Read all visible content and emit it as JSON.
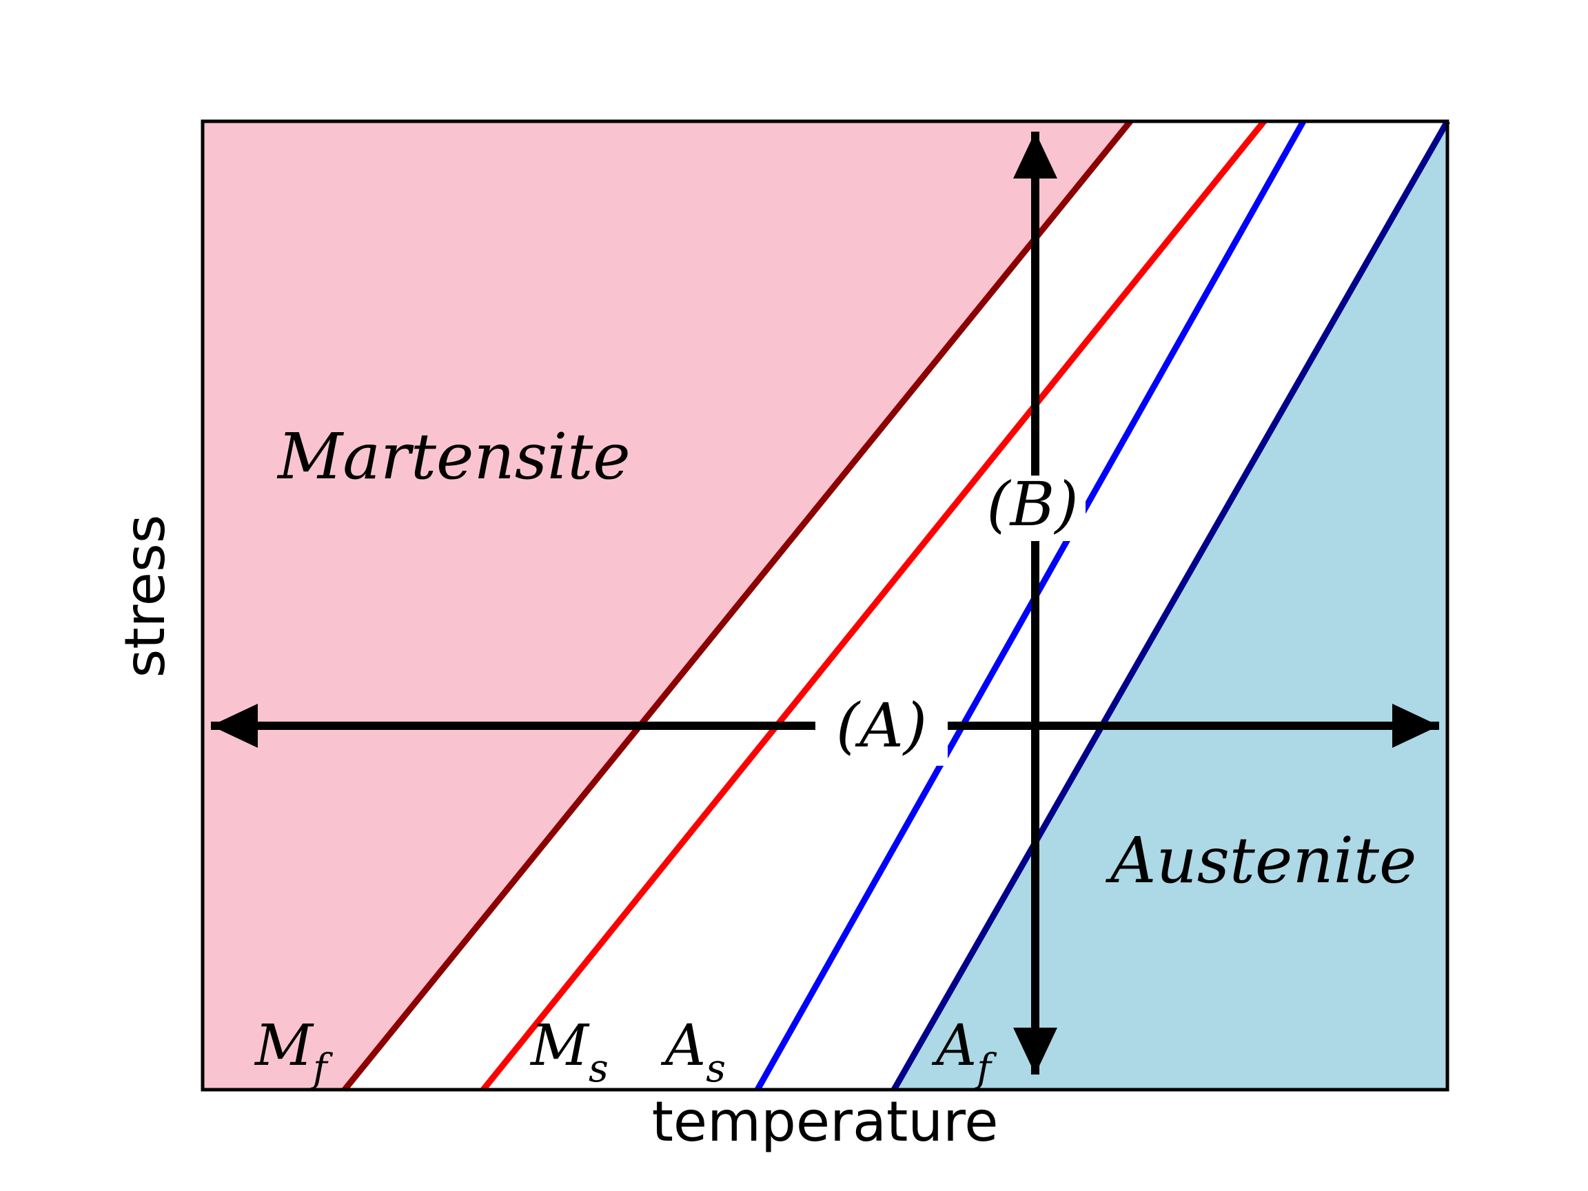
{
  "figure": {
    "axes": {
      "x_label": "temperature",
      "y_label": "stress"
    },
    "regions": {
      "martensite": {
        "label": "Martensite",
        "fill": "#f9c4cf"
      },
      "austenite": {
        "label": "Austenite",
        "fill": "#add8e6"
      }
    },
    "boundaries": {
      "martensite_finish": {
        "main": "M",
        "sub": "f",
        "color": "#8b0000"
      },
      "martensite_start": {
        "main": "M",
        "sub": "s",
        "color": "#ff0000"
      },
      "austenite_start": {
        "main": "A",
        "sub": "s",
        "color": "#0000ff"
      },
      "austenite_finish": {
        "main": "A",
        "sub": "f",
        "color": "#00008b"
      }
    },
    "loading_paths": {
      "a": "(A)",
      "b": "(B)"
    },
    "colors": {
      "arrow": "#000000",
      "frame": "#000000",
      "label_text": "#000000",
      "background": "#ffffff"
    }
  }
}
